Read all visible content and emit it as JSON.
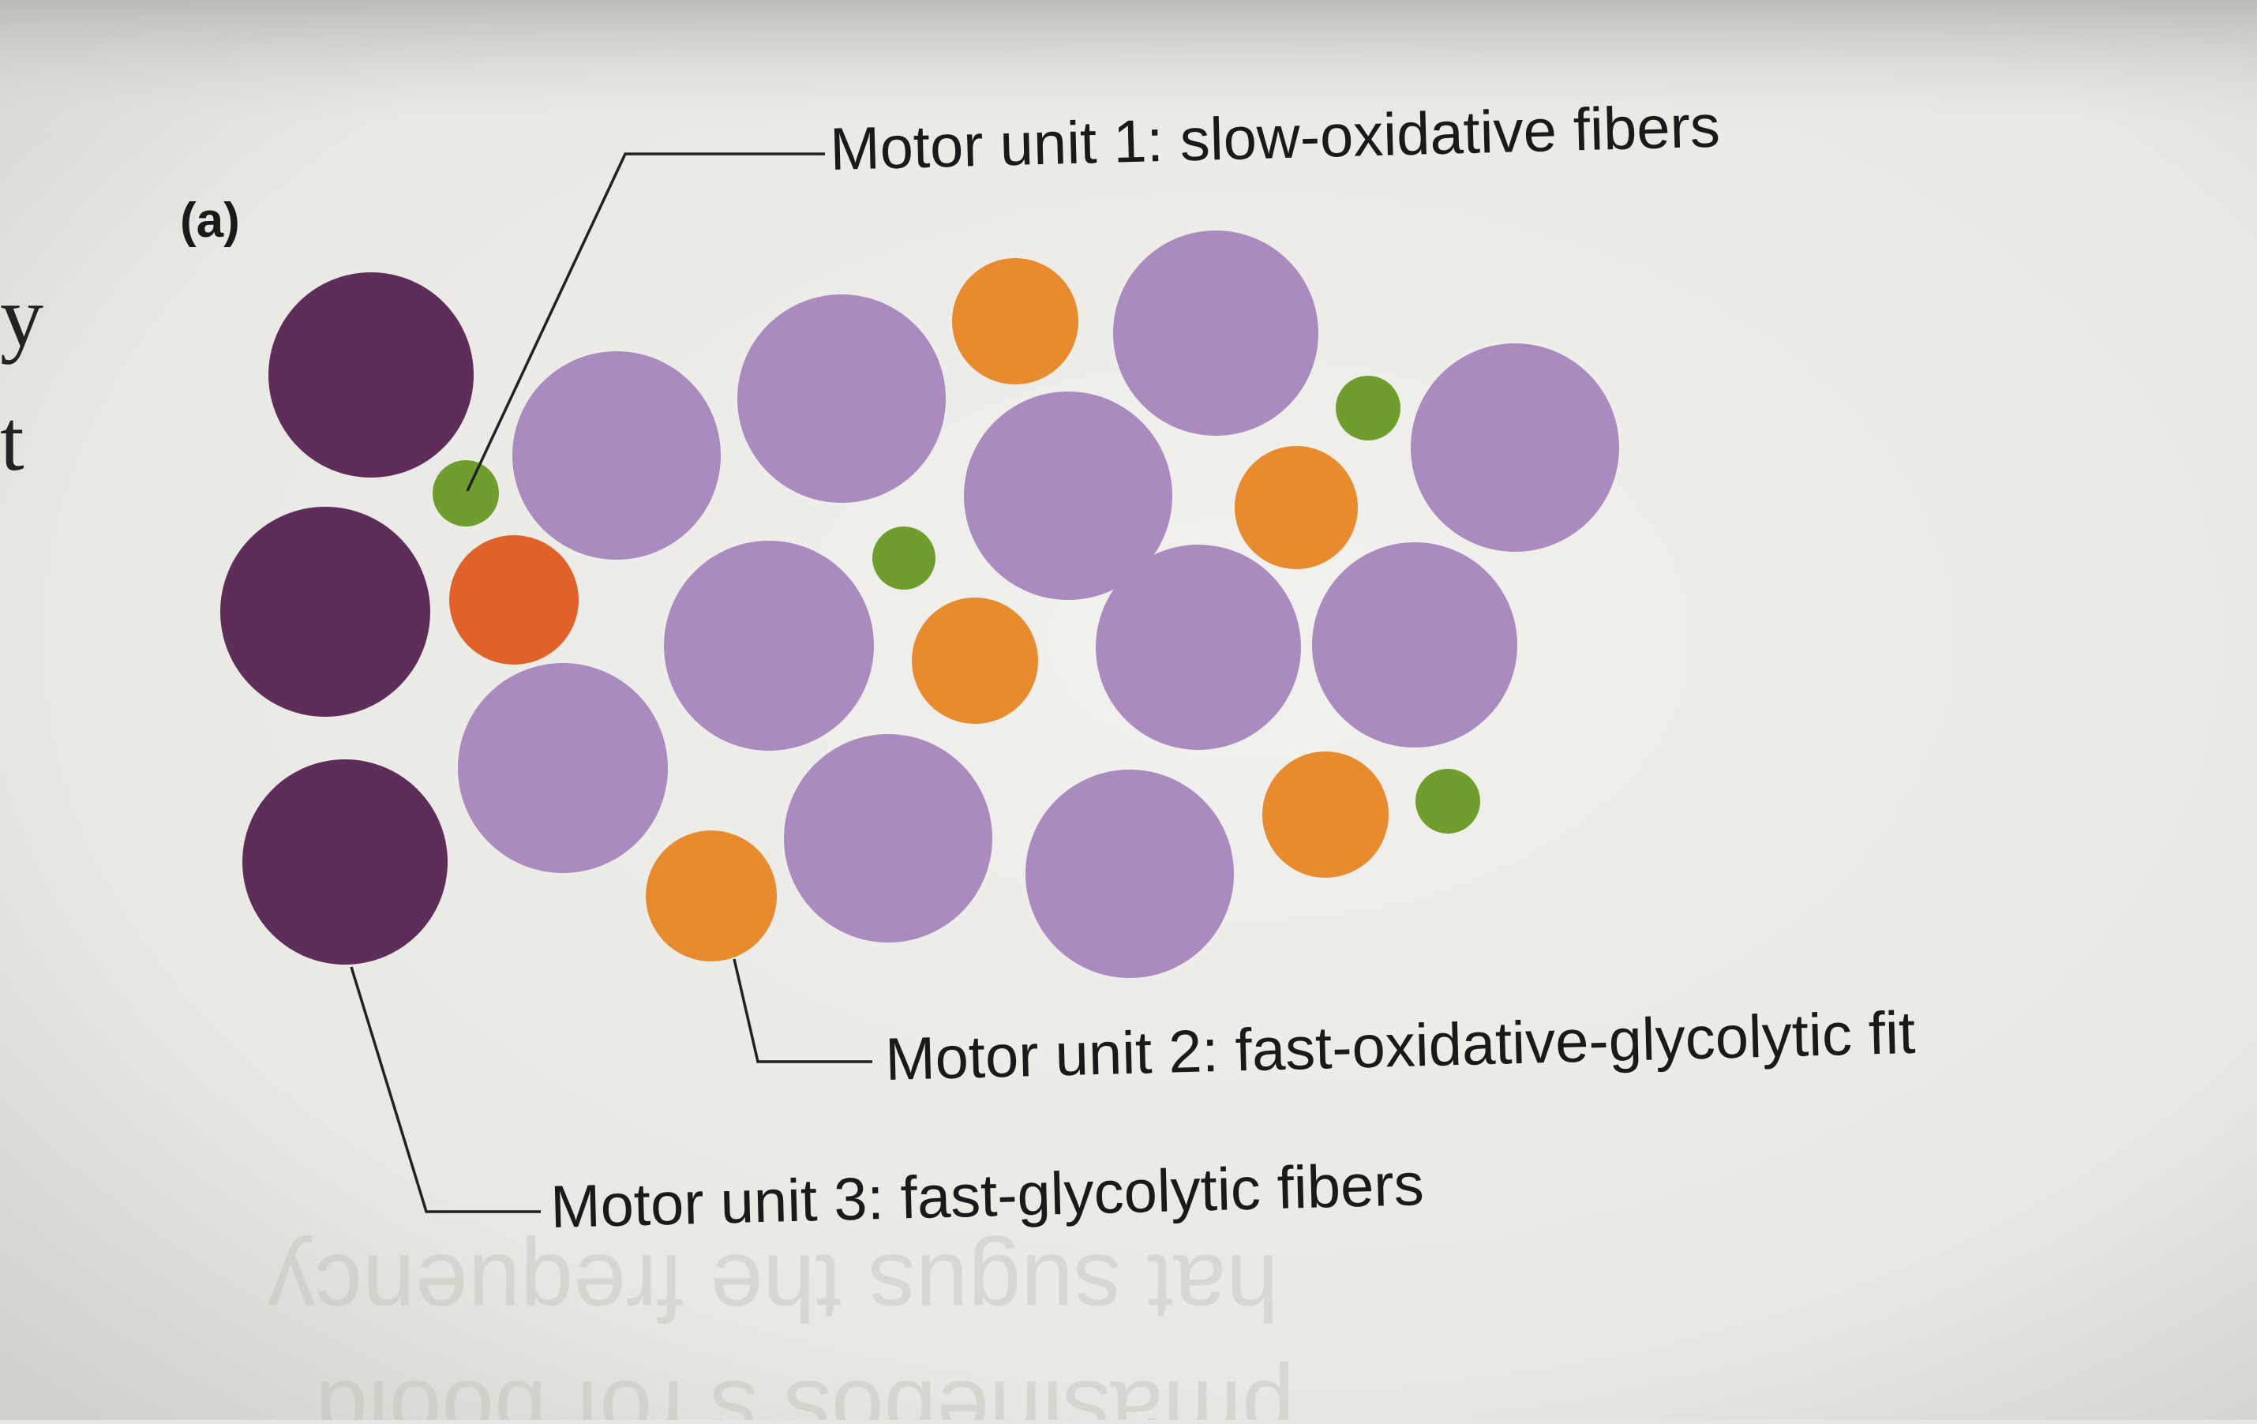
{
  "figure": {
    "panel_label": "(a)",
    "labels": {
      "unit1": "Motor unit 1: slow-oxidative fibers",
      "unit2": "Motor unit 2: fast-oxidative-glycolytic fit",
      "unit3": "Motor unit 3: fast-glycolytic fibers"
    },
    "margin_letters": [
      "y",
      "t"
    ],
    "faint_bleed_text": [
      "hat sugus the frequency",
      "pmasinebos s rof boold"
    ]
  },
  "colors": {
    "page_light": "#f1f0ec",
    "page_shadow": "#d7d6d0",
    "unit1_green": "#6f9e2f",
    "unit2_orange": "#e88a2e",
    "unit2_orange_dark": "#e0612a",
    "unit3_dark_purple": "#5e2d5a",
    "light_purple": "#a98bc0",
    "text": "#1a1a1a",
    "leader_line": "#222222"
  }
}
